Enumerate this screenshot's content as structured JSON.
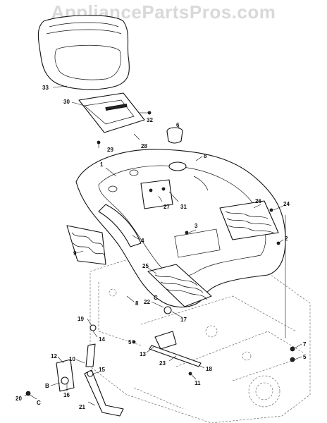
{
  "watermark": "AppliancePartsPros.com",
  "callouts": [
    "33",
    "30",
    "32",
    "6",
    "29",
    "28",
    "8",
    "1",
    "27",
    "31",
    "26",
    "24",
    "3",
    "2",
    "4",
    "9",
    "25",
    "8",
    "22",
    "C",
    "17",
    "19",
    "14",
    "5",
    "13",
    "23",
    "18",
    "7",
    "5",
    "12",
    "10",
    "B",
    "15",
    "16",
    "20",
    "C",
    "21",
    "11"
  ]
}
